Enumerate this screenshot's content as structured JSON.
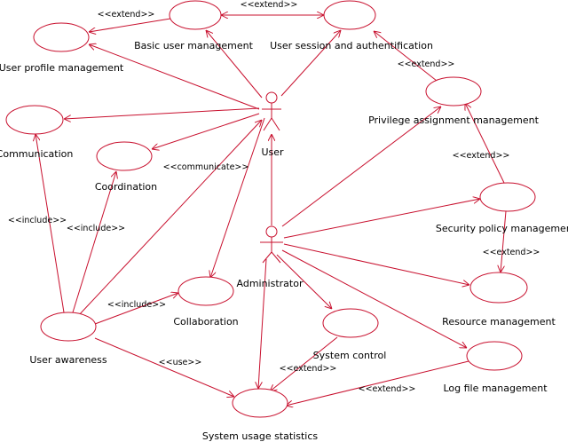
{
  "colors": {
    "line": "#c8102e",
    "text": "#000000",
    "background": "#ffffff"
  },
  "actors": {
    "user": "User",
    "administrator": "Administrator"
  },
  "use_cases": {
    "basic_user_management": "Basic user management",
    "user_session_authentification": "User session and authentification",
    "user_profile_management": "User profile management",
    "privilege_assignment_management": "Privilege assignment management",
    "communication": "Communication",
    "coordination": "Coordination",
    "security_policy_management": "Security policy management",
    "collaboration": "Collaboration",
    "resource_management": "Resource management",
    "user_awareness": "User awareness",
    "system_control": "System control",
    "log_file_management": "Log file management",
    "system_usage_statistics": "System usage statistics"
  },
  "stereotypes": {
    "extend_top_left": "<<extend>>",
    "extend_top_mid": "<<extend>>",
    "extend_privilege": "<<extend>>",
    "extend_security_privilege": "<<extend>>",
    "communicate": "<<communicate>>",
    "include_left": "<<include>>",
    "include_coordination": "<<include>>",
    "extend_security_resource": "<<extend>>",
    "include_collaboration": "<<include>>",
    "use_statistics": "<<use>>",
    "extend_system_control": "<<extend>>",
    "extend_log_file": "<<extend>>"
  }
}
